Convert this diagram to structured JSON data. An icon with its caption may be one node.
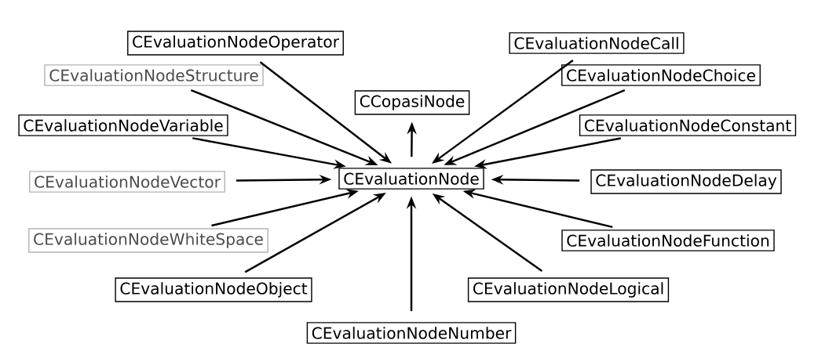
{
  "diagram": {
    "nodes": [
      {
        "text": [
          "CEvaluationNode"
        ]
      },
      {
        "text": [
          "CCopasiNode"
        ]
      },
      {
        "text": [
          "CEvaluationNodeOperator"
        ]
      },
      {
        "text": [
          "CEvaluationNodeStructure"
        ]
      },
      {
        "text": [
          "CEvaluationNodeVariable"
        ]
      },
      {
        "text": [
          "CEvaluationNodeVector"
        ]
      },
      {
        "text": [
          "CEvaluationNodeWhiteSpace"
        ]
      },
      {
        "text": [
          "CEvaluationNodeObject"
        ]
      },
      {
        "text": [
          "CEvaluationNodeNumber"
        ]
      },
      {
        "text": [
          "CEvaluationNodeLogical"
        ]
      },
      {
        "text": [
          "CEvaluationNodeFunction"
        ]
      },
      {
        "text": [
          "CEvaluationNodeDelay"
        ]
      },
      {
        "text": [
          "CEvaluationNodeConstant"
        ]
      },
      {
        "text": [
          "CEvaluationNodeChoice"
        ]
      },
      {
        "text": [
          "CEvaluationNodeCall"
        ]
      }
    ],
    "edges": [
      {
        "from": 0,
        "to": 1,
        "arrow": "to"
      },
      {
        "from": 2,
        "to": 0,
        "arrow": "to"
      },
      {
        "from": 3,
        "to": 0,
        "arrow": "to"
      },
      {
        "from": 4,
        "to": 0,
        "arrow": "to"
      },
      {
        "from": 5,
        "to": 0,
        "arrow": "to"
      },
      {
        "from": 6,
        "to": 0,
        "arrow": "to"
      },
      {
        "from": 7,
        "to": 0,
        "arrow": "to"
      },
      {
        "from": 8,
        "to": 0,
        "arrow": "to"
      },
      {
        "from": 9,
        "to": 0,
        "arrow": "to"
      },
      {
        "from": 10,
        "to": 0,
        "arrow": "to"
      },
      {
        "from": 11,
        "to": 0,
        "arrow": "to"
      },
      {
        "from": 12,
        "to": 0,
        "arrow": "to"
      },
      {
        "from": 13,
        "to": 0,
        "arrow": "to"
      },
      {
        "from": 14,
        "to": 0,
        "arrow": "to"
      }
    ]
  }
}
